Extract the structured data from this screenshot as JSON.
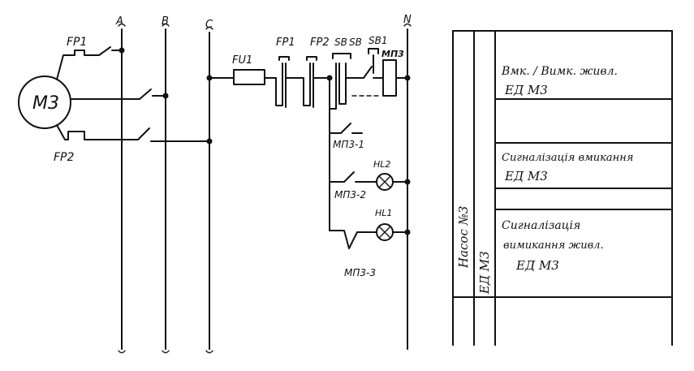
{
  "diagram": {
    "buses": [
      "A",
      "B",
      "C",
      "N"
    ],
    "motor": "M3",
    "labels": {
      "fp1_left": "FP1",
      "fp2_left": "FP2",
      "fuse": "FU1",
      "fp1_top": "FP1",
      "fp2_top": "FP2",
      "sb_a": "SB",
      "sb_b": "SB",
      "sb1": "SB1",
      "coil": "МП3",
      "contact1": "МП3-1",
      "contact2": "МП3-2",
      "contact3": "МП3-3",
      "lamp1": "HL2",
      "lamp2": "HL1"
    }
  },
  "table": {
    "vertical_main": "Насос №3",
    "vertical_sub": "ЕД М3",
    "rows": [
      {
        "line1": "Вмк. / Вимк. живл.",
        "line2": "ЕД  М3"
      },
      {
        "line1": "Сигналізація вмикання",
        "line2": "ЕД  М3"
      },
      {
        "line1": "Сигналізація",
        "line2": "вимикання  живл.",
        "line3": "ЕД  М3"
      }
    ]
  }
}
